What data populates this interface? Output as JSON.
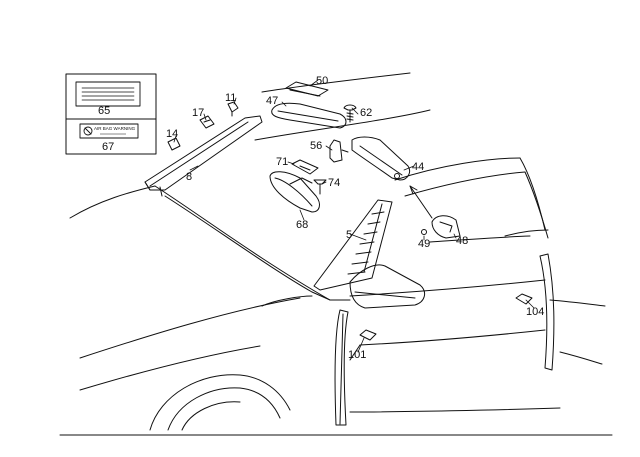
{
  "diagram": {
    "callouts": {
      "c5": "5",
      "c8": "8",
      "c11": "11",
      "c14": "14",
      "c17": "17",
      "c44": "44",
      "c47": "47",
      "c48": "48",
      "c49": "49",
      "c50": "50",
      "c56": "56",
      "c62": "62",
      "c65": "65",
      "c67": "67",
      "c68": "68",
      "c71": "71",
      "c74": "74",
      "c101": "101",
      "c104": "104"
    },
    "label_box": {
      "warning_text": "AIR BAG WARNING"
    }
  }
}
